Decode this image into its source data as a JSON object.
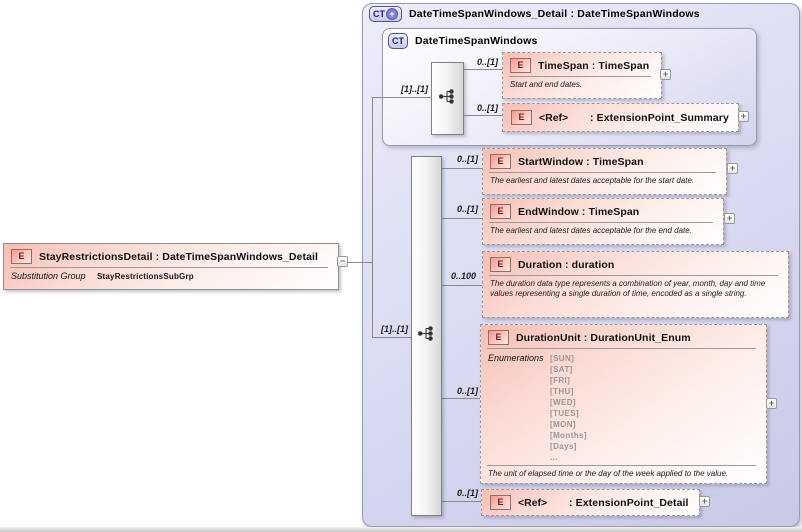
{
  "icons": {
    "element_glyph": "E",
    "complex_type_glyph": "CT",
    "plus_glyph": "+",
    "minus_glyph": "−"
  },
  "left_element": {
    "title": "StayRestrictionsDetail : DateTimeSpanWindows_Detail",
    "substitution_group_label": "Substitution Group",
    "substitution_group_value": "StayRestrictionsSubGrp"
  },
  "outer": {
    "title": "DateTimeSpanWindows_Detail : DateTimeSpanWindows",
    "base": {
      "title": "DateTimeSpanWindows",
      "cardinality": "[1]..[1]",
      "children": [
        {
          "cardinality": "0..[1]",
          "title": "TimeSpan : TimeSpan",
          "description": "Start and end dates."
        },
        {
          "cardinality": "0..[1]",
          "name": "<Ref>",
          "type": ": ExtensionPoint_Summary"
        }
      ]
    },
    "extension": {
      "cardinality": "[1]..[1]",
      "children": [
        {
          "cardinality": "0..[1]",
          "title": "StartWindow : TimeSpan",
          "description": "The earliest and latest dates acceptable for the start date."
        },
        {
          "cardinality": "0..[1]",
          "title": "EndWindow : TimeSpan",
          "description": "The earliest and latest dates acceptable for the end date."
        },
        {
          "cardinality": "0..100",
          "title": "Duration : duration",
          "description": "The duration data type represents a combination of year, month, day and time values representing a single duration of time, encoded as a single string."
        },
        {
          "cardinality": "0..[1]",
          "title": "DurationUnit : DurationUnit_Enum",
          "facet_label": "Enumerations",
          "enumerations": [
            "[SUN]",
            "[SAT]",
            "[FRI]",
            "[THU]",
            "[WED]",
            "[TUES]",
            "[MON]",
            "[Months]",
            "[Days]",
            "..."
          ],
          "description": "The unit of elapsed time or the day of the week applied to the value."
        },
        {
          "cardinality": "0..[1]",
          "name": "<Ref>",
          "type": ": ExtensionPoint_Detail"
        }
      ]
    }
  },
  "colors": {
    "element_fill": "#f7bdb3",
    "container_fill": "#dcdcf3",
    "connector": "#8a8a8a"
  }
}
